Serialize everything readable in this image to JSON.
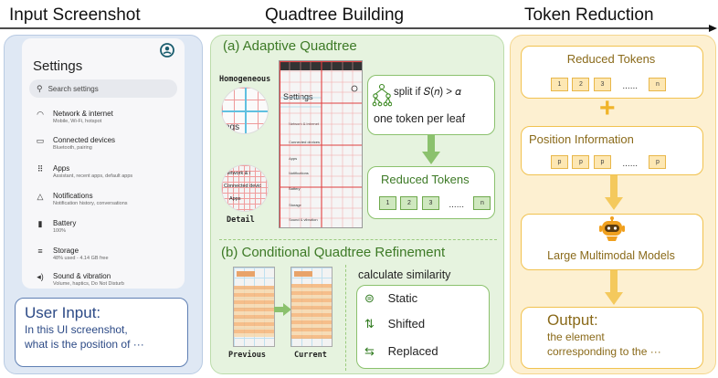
{
  "headers": {
    "left": "Input Screenshot",
    "middle": "Quadtree Building",
    "right": "Token Reduction"
  },
  "settings": {
    "title": "Settings",
    "search_placeholder": "Search settings",
    "items": [
      {
        "title": "Network & internet",
        "subtitle": "Mobile, Wi-Fi, hotspot",
        "icon": "wifi-icon"
      },
      {
        "title": "Connected devices",
        "subtitle": "Bluetooth, pairing",
        "icon": "devices-icon"
      },
      {
        "title": "Apps",
        "subtitle": "Assistant, recent apps, default apps",
        "icon": "apps-icon"
      },
      {
        "title": "Notifications",
        "subtitle": "Notification history, conversations",
        "icon": "bell-icon"
      },
      {
        "title": "Battery",
        "subtitle": "100%",
        "icon": "battery-icon"
      },
      {
        "title": "Storage",
        "subtitle": "48% used - 4.14 GB free",
        "icon": "storage-icon"
      },
      {
        "title": "Sound & vibration",
        "subtitle": "Volume, haptics, Do Not Disturb",
        "icon": "speaker-icon"
      }
    ]
  },
  "user_input": {
    "label": "User Input:",
    "line1": "In this UI screenshot,",
    "line2": "what is the position of ···"
  },
  "adaptive": {
    "title": "(a) Adaptive Quadtree",
    "homogeneous": "Homogeneous",
    "detail": "Detail",
    "zoom_top_text": "ngs",
    "zoom_bottom_lines": [
      "network & i",
      "Connected devic",
      "Apps"
    ],
    "mini_settings": "Settings",
    "mini_rows": [
      "Network & internet",
      "Connected devices",
      "Apps",
      "Notifications",
      "Battery",
      "Storage",
      "Sound & vibration"
    ],
    "split_rule": "split if 𝑆(𝑛) > 𝛼",
    "leaf_rule": "one token per leaf",
    "reduced_label": "Reduced Tokens",
    "tokens": [
      "1",
      "2",
      "3",
      "......",
      "n"
    ]
  },
  "conditional": {
    "title": "(b) Conditional Quadtree Refinement",
    "previous": "Previous",
    "current": "Current",
    "similarity_label": "calculate similarity",
    "states": [
      "Static",
      "Shifted",
      "Replaced"
    ]
  },
  "reduction": {
    "reduced_label": "Reduced Tokens",
    "tokens": [
      "1",
      "2",
      "3",
      "......",
      "n"
    ],
    "plus": "+",
    "position_label": "Position Information",
    "pos_tokens": [
      "p",
      "p",
      "p",
      "......",
      "p"
    ],
    "model_label": "Large Multimodal Models",
    "output_label": "Output:",
    "output_line1": "the element",
    "output_line2": "corresponding to the ···"
  },
  "colors": {
    "blue_panel": "#dfe8f4",
    "green_panel": "#e6f3df",
    "yellow_panel": "#fdf0d1",
    "grid_red": "#e04040",
    "green_arrow": "#8bc16d",
    "yellow_arrow": "#f4c95d",
    "robot_orange": "#f0a01e"
  }
}
